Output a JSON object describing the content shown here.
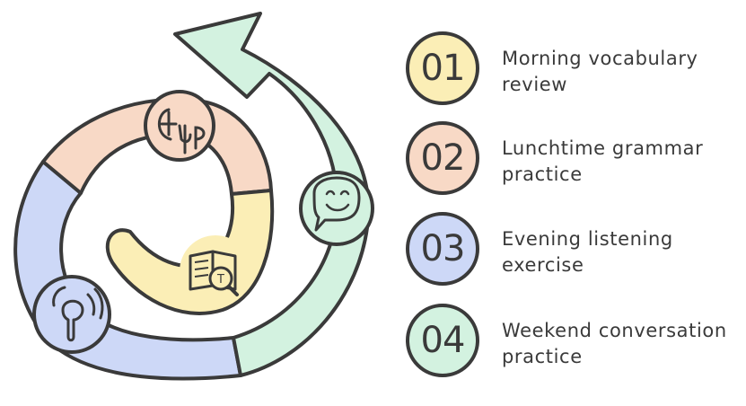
{
  "steps": [
    {
      "number": "01",
      "label": "Morning vocabulary review",
      "color": "#fbeeb6"
    },
    {
      "number": "02",
      "label": "Lunchtime grammar practice",
      "color": "#f8d9c6"
    },
    {
      "number": "03",
      "label": "Evening listening exercise",
      "color": "#cdd8f7"
    },
    {
      "number": "04",
      "label": "Weekend conversation practice",
      "color": "#d3f2e0"
    }
  ],
  "colors": {
    "outline": "#3a3a3a",
    "yellow": "#fbeeb6",
    "peach": "#f8d9c6",
    "blue": "#cdd8f7",
    "green": "#d3f2e0"
  },
  "icons": [
    "book-magnifier-icon",
    "grammar-symbols-icon",
    "earbud-icon",
    "speech-bubble-icon"
  ]
}
